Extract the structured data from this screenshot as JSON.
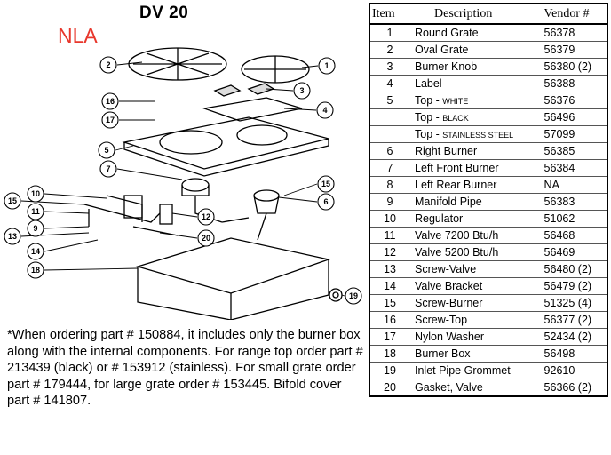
{
  "title": "DV 20",
  "status": "NLA",
  "note": "*When ordering part # 150884, it includes only the burner box along with the internal components. For range top order part # 213439 (black) or # 153912 (stainless). For small grate order part # 179444, for large grate order # 153445. Bifold cover part # 141807.",
  "table": {
    "headers": [
      "Item",
      "Description",
      "Vendor #"
    ],
    "rows": [
      {
        "item": "1",
        "desc": "Round Grate",
        "vendor": "56378"
      },
      {
        "item": "2",
        "desc": "Oval Grate",
        "vendor": "56379"
      },
      {
        "item": "3",
        "desc": "Burner Knob",
        "vendor": "56380 (2)"
      },
      {
        "item": "4",
        "desc": "Label",
        "vendor": "56388"
      },
      {
        "item": "5",
        "desc": "Top - ",
        "sub": "WHITE",
        "vendor": "56376"
      },
      {
        "item": "",
        "desc": "Top - ",
        "sub": "BLACK",
        "vendor": "56496"
      },
      {
        "item": "",
        "desc": "Top - ",
        "sub": "STAINLESS STEEL",
        "vendor": "57099"
      },
      {
        "item": "6",
        "desc": "Right Burner",
        "vendor": "56385"
      },
      {
        "item": "7",
        "desc": "Left Front Burner",
        "vendor": "56384"
      },
      {
        "item": "8",
        "desc": "Left Rear Burner",
        "vendor": "NA"
      },
      {
        "item": "9",
        "desc": "Manifold Pipe",
        "vendor": "56383"
      },
      {
        "item": "10",
        "desc": "Regulator",
        "vendor": "51062"
      },
      {
        "item": "11",
        "desc": "Valve 7200 Btu/h",
        "vendor": "56468"
      },
      {
        "item": "12",
        "desc": "Valve 5200 Btu/h",
        "vendor": "56469"
      },
      {
        "item": "13",
        "desc": "Screw-Valve",
        "vendor": "56480 (2)"
      },
      {
        "item": "14",
        "desc": "Valve Bracket",
        "vendor": "56479 (2)"
      },
      {
        "item": "15",
        "desc": "Screw-Burner",
        "vendor": "51325 (4)"
      },
      {
        "item": "16",
        "desc": "Screw-Top",
        "vendor": "56377 (2)"
      },
      {
        "item": "17",
        "desc": "Nylon Washer",
        "vendor": "52434 (2)"
      },
      {
        "item": "18",
        "desc": "Burner Box",
        "vendor": "56498"
      },
      {
        "item": "19",
        "desc": "Inlet Pipe Grommet",
        "vendor": "92610"
      },
      {
        "item": "20",
        "desc": "Gasket, Valve",
        "vendor": "56366 (2)"
      }
    ]
  },
  "callouts": [
    "2",
    "1",
    "3",
    "4",
    "16",
    "17",
    "5",
    "7",
    "15",
    "6",
    "10",
    "15",
    "11",
    "9",
    "12",
    "13",
    "20",
    "14",
    "18",
    "19"
  ]
}
